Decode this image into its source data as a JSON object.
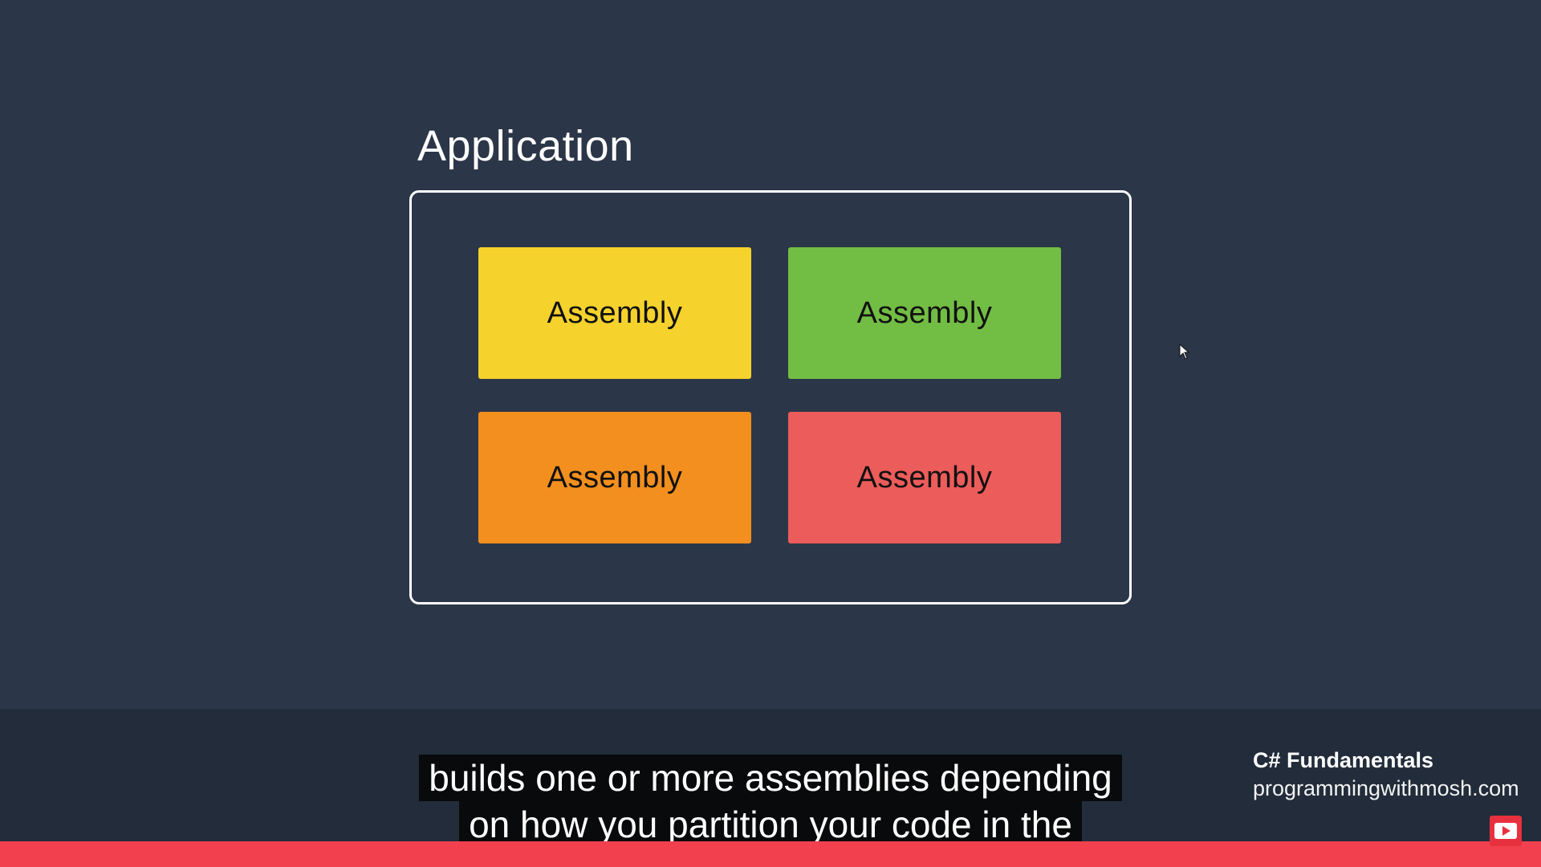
{
  "slide": {
    "title": "Application",
    "assemblies": [
      {
        "label": "Assembly",
        "color": "#f5d22c"
      },
      {
        "label": "Assembly",
        "color": "#72bd44"
      },
      {
        "label": "Assembly",
        "color": "#f28f1e"
      },
      {
        "label": "Assembly",
        "color": "#ec5c5a"
      }
    ]
  },
  "subtitles": {
    "line1": "builds one or more assemblies depending",
    "line2": "on how you partition your code in the"
  },
  "branding": {
    "course": "C# Fundamentals",
    "site": "programmingwithmosh.com"
  },
  "player": {
    "progress_color": "#f2404f",
    "subscribe_icon": "youtube-subscribe-icon"
  }
}
